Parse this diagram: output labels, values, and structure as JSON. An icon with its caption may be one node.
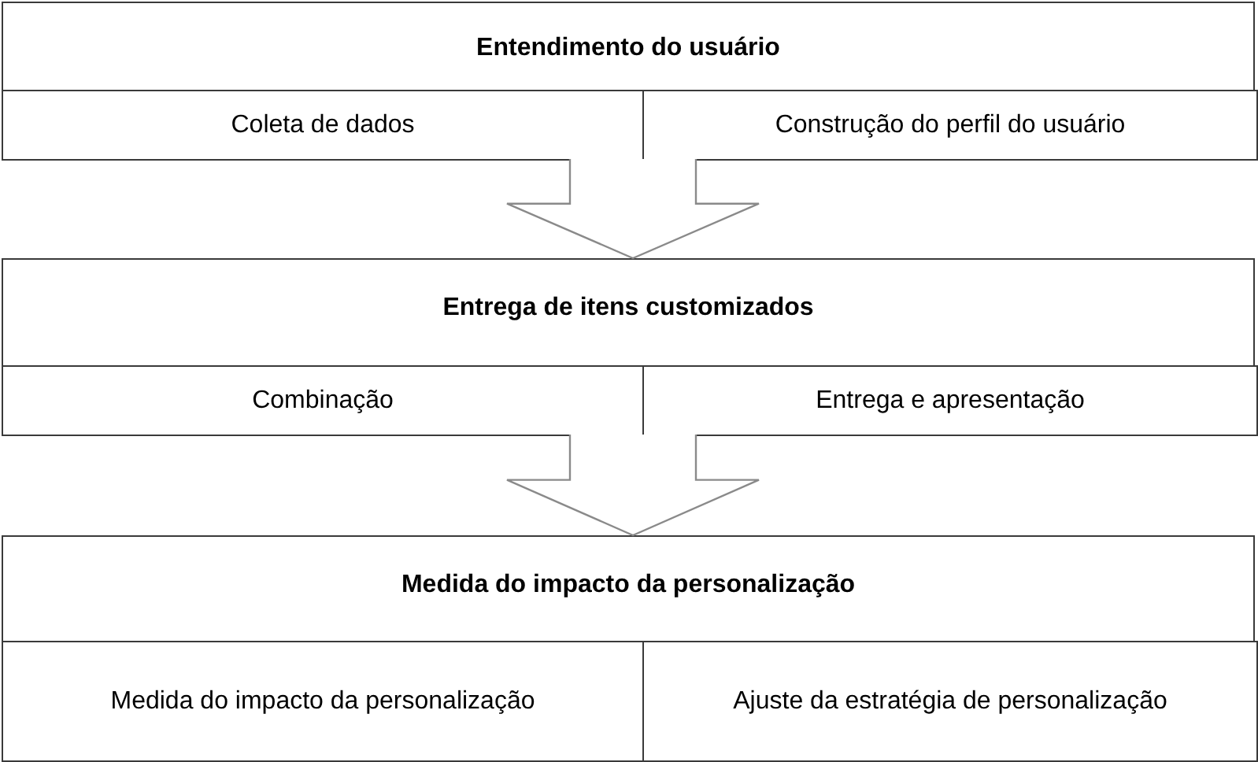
{
  "diagram": {
    "nodes": [
      {
        "text": [
          "Entendimento do usuário"
        ]
      },
      {
        "text": [
          "Coleta de dados"
        ],
        "in": 0
      },
      {
        "text": [
          "Construção do perfil do usuário"
        ],
        "in": 0
      },
      {
        "text": [
          "Entrega de itens customizados"
        ]
      },
      {
        "text": [
          "Combinação"
        ],
        "in": 3
      },
      {
        "text": [
          "Entrega e apresentação"
        ],
        "in": 3
      },
      {
        "text": [
          "Medida do impacto da personalização"
        ]
      },
      {
        "text": [
          "Medida do impacto da personalização"
        ],
        "in": 6
      },
      {
        "text": [
          "Ajuste da estratégia de personalização"
        ],
        "in": 6
      }
    ],
    "edges": [
      {
        "from": 0,
        "to": 3,
        "arrow": "to"
      },
      {
        "from": 3,
        "to": 6,
        "arrow": "to"
      }
    ]
  }
}
